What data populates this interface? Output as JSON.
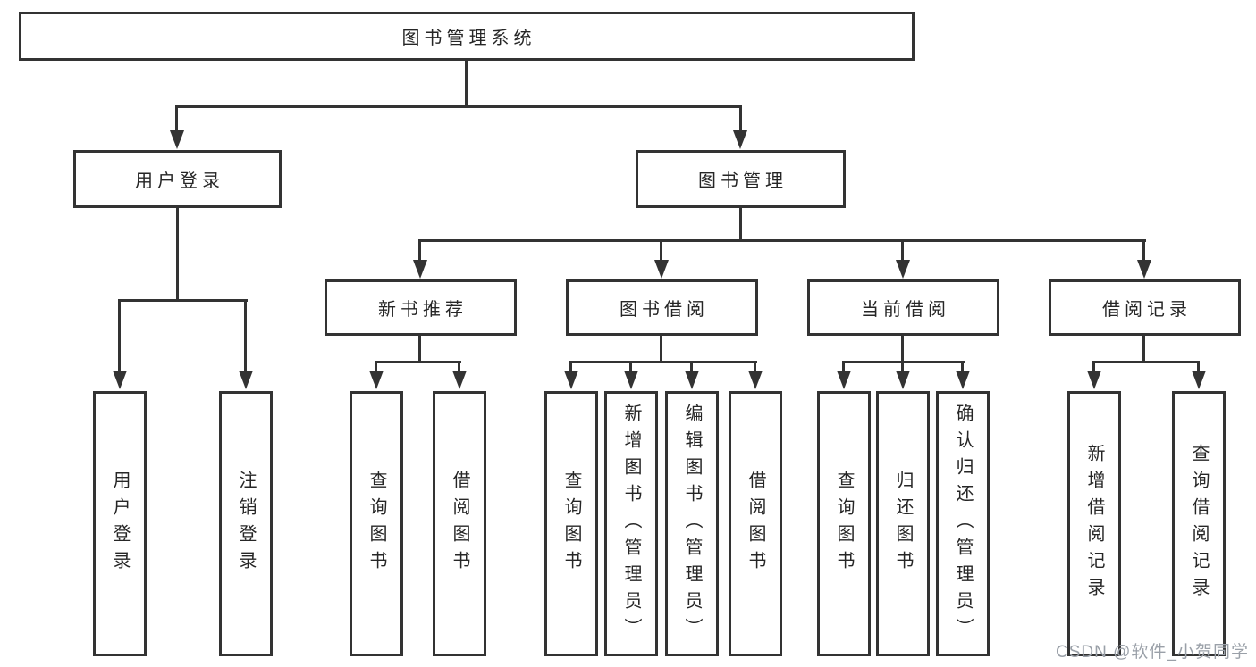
{
  "diagram": {
    "root_label": "图书管理系统",
    "branches": [
      {
        "label": "用户登录",
        "leaves": [
          "用户登录",
          "注销登录"
        ]
      },
      {
        "label": "图书管理",
        "children": [
          {
            "label": "新书推荐",
            "leaves": [
              "查询图书",
              "借阅图书"
            ]
          },
          {
            "label": "图书借阅",
            "leaves": [
              "查询图书",
              "新增图书（管理员）",
              "编辑图书（管理员）",
              "借阅图书"
            ]
          },
          {
            "label": "当前借阅",
            "leaves": [
              "查询图书",
              "归还图书",
              "确认归还（管理员）"
            ]
          },
          {
            "label": "借阅记录",
            "leaves": [
              "新增借阅记录",
              "查询借阅记录"
            ]
          }
        ]
      }
    ]
  },
  "watermark": {
    "text": "CSDN @软件_小贺同学"
  },
  "colors": {
    "line": "#333333",
    "text": "#262626",
    "watermark": "#9aa0a8",
    "background": "#ffffff"
  }
}
